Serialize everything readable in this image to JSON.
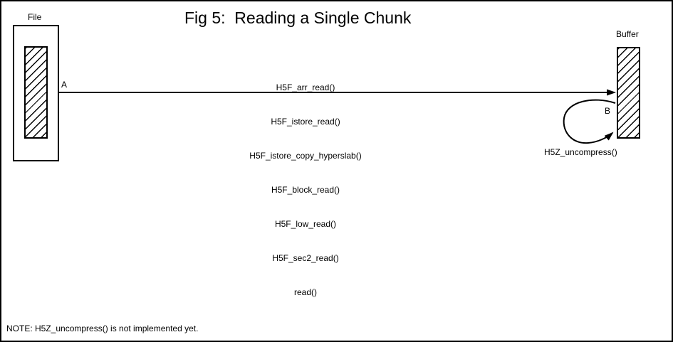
{
  "title": "Fig 5:  Reading a Single Chunk",
  "file": {
    "label": "File"
  },
  "buffer": {
    "label": "Buffer"
  },
  "arrow_a": {
    "label": "A",
    "functions": [
      "H5F_arr_read()",
      "H5F_istore_read()",
      "H5F_istore_copy_hyperslab()",
      "H5F_block_read()",
      "H5F_low_read()",
      "H5F_sec2_read()",
      "read()"
    ]
  },
  "arrow_b": {
    "label": "B",
    "function_label": "H5Z_uncompress()"
  },
  "note": "NOTE: H5Z_uncompress() is not implemented yet.",
  "colors": {
    "ink": "#000000",
    "paper": "#ffffff"
  }
}
